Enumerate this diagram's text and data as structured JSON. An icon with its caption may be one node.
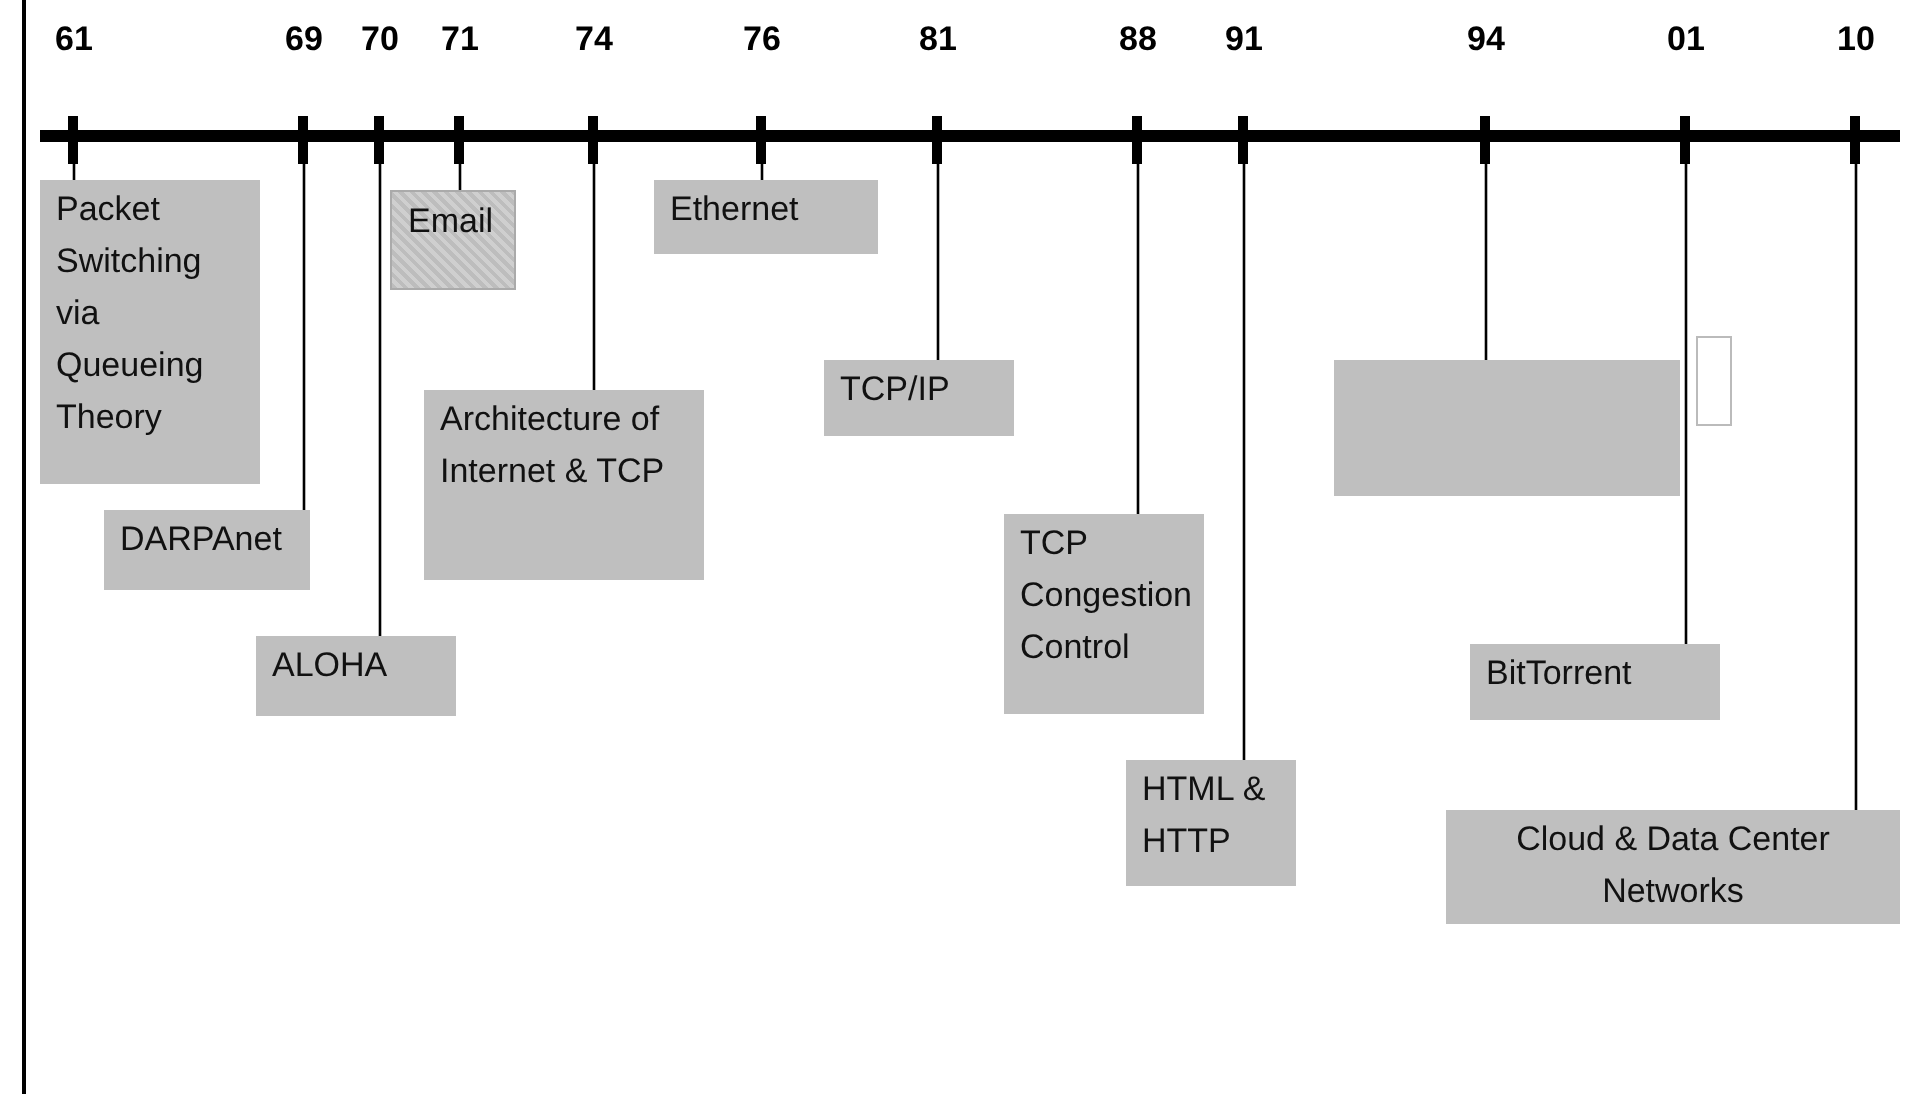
{
  "diagram": {
    "nodes": [
      {
        "text": [
          "61"
        ]
      },
      {
        "text": [
          "69"
        ]
      },
      {
        "text": [
          "70"
        ]
      },
      {
        "text": [
          "71"
        ]
      },
      {
        "text": [
          "74"
        ]
      },
      {
        "text": [
          "76"
        ]
      },
      {
        "text": [
          "81"
        ]
      },
      {
        "text": [
          "88"
        ]
      },
      {
        "text": [
          "91"
        ]
      },
      {
        "text": [
          "94"
        ]
      },
      {
        "text": [
          "01"
        ]
      },
      {
        "text": [
          "10"
        ]
      },
      {
        "text": [
          "Packet Switching via Queueing Theory"
        ]
      },
      {
        "text": [
          "Email"
        ]
      },
      {
        "text": [
          "Ethernet"
        ]
      },
      {
        "text": [
          "TCP/IP"
        ]
      },
      {
        "text": [
          "Architecture of Internet & TCP"
        ]
      },
      {
        "text": [],
        "shape": "box"
      },
      {
        "text": [],
        "shape": "box"
      },
      {
        "text": [
          "DARPAnet"
        ]
      },
      {
        "text": [
          "TCP Congestion Control"
        ]
      },
      {
        "text": [
          "ALOHA"
        ]
      },
      {
        "text": [
          "BitTorrent"
        ]
      },
      {
        "text": [
          "HTML & HTTP"
        ]
      },
      {
        "text": [
          "Cloud & Data Center Networks"
        ]
      }
    ],
    "edges": [
      {
        "from": 0,
        "to": 12,
        "arrow": "none"
      },
      {
        "from": 1,
        "to": 19,
        "arrow": "none"
      },
      {
        "from": 2,
        "to": 21,
        "arrow": "none"
      },
      {
        "from": 3,
        "to": 13,
        "arrow": "none"
      },
      {
        "from": 4,
        "to": 16,
        "arrow": "none"
      },
      {
        "from": 5,
        "to": 14,
        "arrow": "none"
      },
      {
        "from": 6,
        "to": 15,
        "arrow": "none"
      },
      {
        "from": 7,
        "to": 20,
        "arrow": "none"
      },
      {
        "from": 8,
        "to": 23,
        "arrow": "none"
      },
      {
        "from": 9,
        "to": 17,
        "arrow": "none"
      },
      {
        "from": 10,
        "to": 22,
        "arrow": "none"
      },
      {
        "from": 11,
        "to": 24,
        "arrow": "none"
      }
    ]
  }
}
